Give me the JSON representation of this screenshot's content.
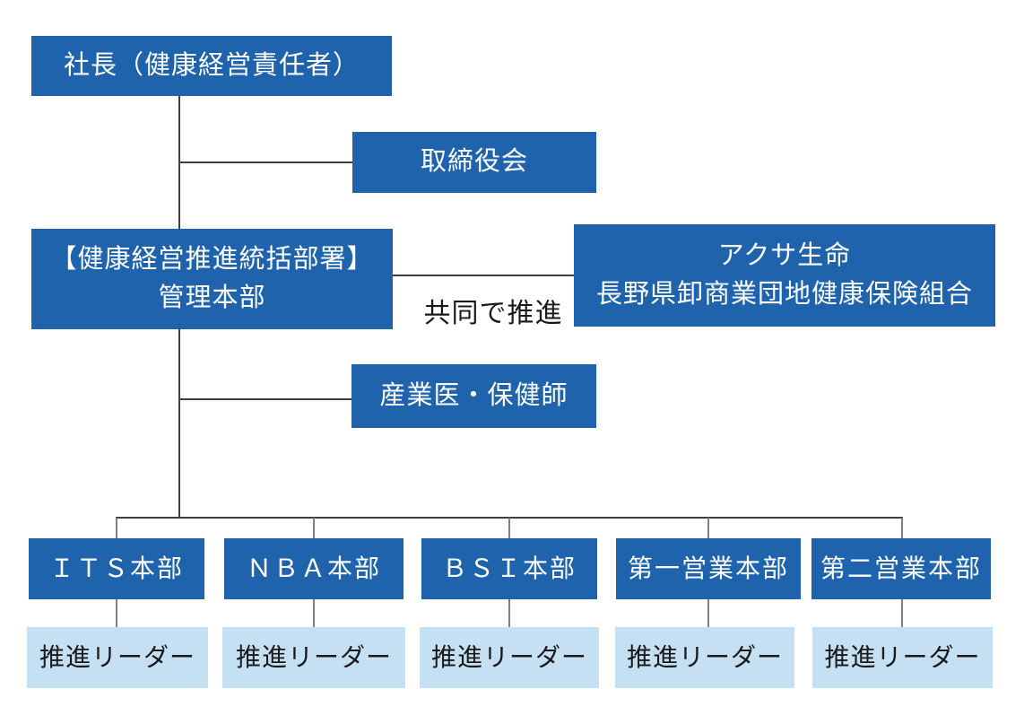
{
  "colors": {
    "box_blue": "#2063ad",
    "box_light_blue": "#c5e0f3",
    "line_dark": "#3f3f3f",
    "line_gray": "#808080",
    "text_white": "#ffffff",
    "text_black": "#1a1a1a"
  },
  "org_chart": {
    "president": {
      "label": "社長（健康経営責任者）"
    },
    "board": {
      "label": "取締役会"
    },
    "promotion_dept": {
      "line1": "【健康経営推進統括部署】",
      "line2": "管理本部"
    },
    "partner": {
      "line1": "アクサ生命",
      "line2": "長野県卸商業団地健康保険組合"
    },
    "joint_label": "共同で推進",
    "occupational_health": {
      "label": "産業医・保健師"
    },
    "divisions": [
      {
        "label": "ＩＴＳ本部",
        "leader": "推進リーダー"
      },
      {
        "label": "ＮＢＡ本部",
        "leader": "推進リーダー"
      },
      {
        "label": "ＢＳＩ本部",
        "leader": "推進リーダー"
      },
      {
        "label": "第一営業本部",
        "leader": "推進リーダー"
      },
      {
        "label": "第二営業本部",
        "leader": "推進リーダー"
      }
    ]
  }
}
